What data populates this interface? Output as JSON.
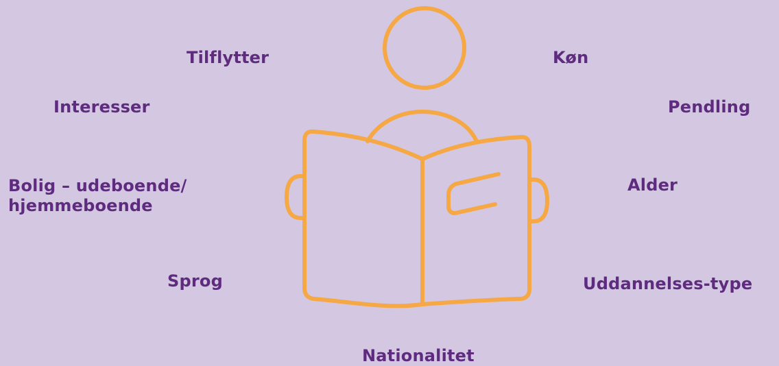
{
  "colors": {
    "background": "#d3c7e2",
    "text": "#5e2b7e",
    "icon_stroke": "#f5a844"
  },
  "icon": {
    "name": "person-reading-book-icon"
  },
  "labels": {
    "tilflytter": "Tilflytter",
    "koen": "Køn",
    "interesser": "Interesser",
    "pendling": "Pendling",
    "bolig_line1": "Bolig – udeboende/",
    "bolig_line2": "hjemmeboende",
    "alder": "Alder",
    "sprog": "Sprog",
    "uddannelse": "Uddannelses-type",
    "nationalitet": "Nationalitet"
  }
}
